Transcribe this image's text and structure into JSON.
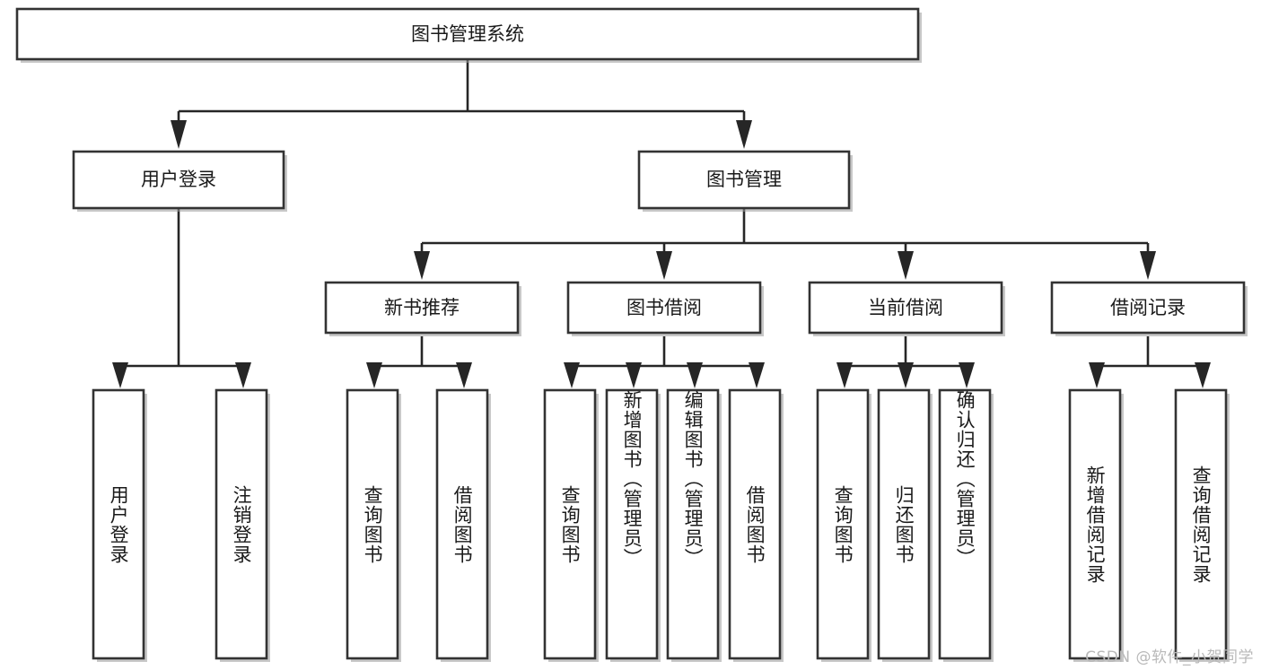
{
  "diagram": {
    "title": "图书管理系统",
    "type": "tree-hierarchy",
    "orientation": "top-down",
    "colors": {
      "box_fill": "#ffffff",
      "box_stroke": "#333333",
      "connector": "#262626",
      "text": "#1a1a1a",
      "watermark": "#b9b9b9",
      "background": "#ffffff"
    },
    "root": {
      "label": "图书管理系统"
    },
    "level2": [
      {
        "label": "用户登录"
      },
      {
        "label": "图书管理"
      }
    ],
    "level3": [
      {
        "label": "新书推荐"
      },
      {
        "label": "图书借阅"
      },
      {
        "label": "当前借阅"
      },
      {
        "label": "借阅记录"
      }
    ],
    "leaves": {
      "user_login": [
        {
          "label": "用户登录"
        },
        {
          "label": "注销登录"
        }
      ],
      "new_book_recommend": [
        {
          "label": "查询图书"
        },
        {
          "label": "借阅图书"
        }
      ],
      "book_borrow": [
        {
          "label": "查询图书"
        },
        {
          "label": "新增图书（管理员）"
        },
        {
          "label": "编辑图书（管理员）"
        },
        {
          "label": "借阅图书"
        }
      ],
      "current_borrow": [
        {
          "label": "查询图书"
        },
        {
          "label": "归还图书"
        },
        {
          "label": "确认归还（管理员）"
        }
      ],
      "borrow_record": [
        {
          "label": "新增借阅记录"
        },
        {
          "label": "查询借阅记录"
        }
      ]
    }
  },
  "watermark": {
    "text": "CSDN @软件_小贺同学"
  }
}
